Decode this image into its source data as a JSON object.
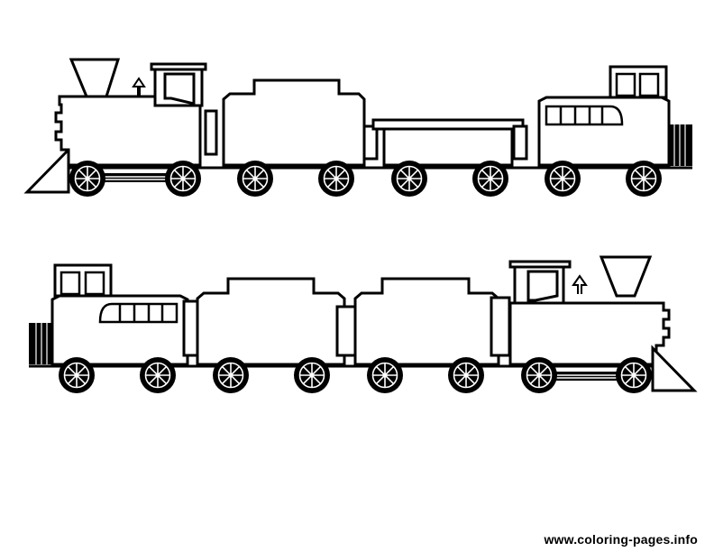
{
  "watermark": {
    "text": "www.coloring-pages.info"
  },
  "colors": {
    "ink": "#000000",
    "paper": "#ffffff"
  },
  "trains": [
    {
      "name": "top-train",
      "cars": [
        "locomotive",
        "tender",
        "flatcar",
        "caboose"
      ]
    },
    {
      "name": "bottom-train",
      "cars": [
        "caboose",
        "tender",
        "tender",
        "locomotive"
      ]
    }
  ]
}
